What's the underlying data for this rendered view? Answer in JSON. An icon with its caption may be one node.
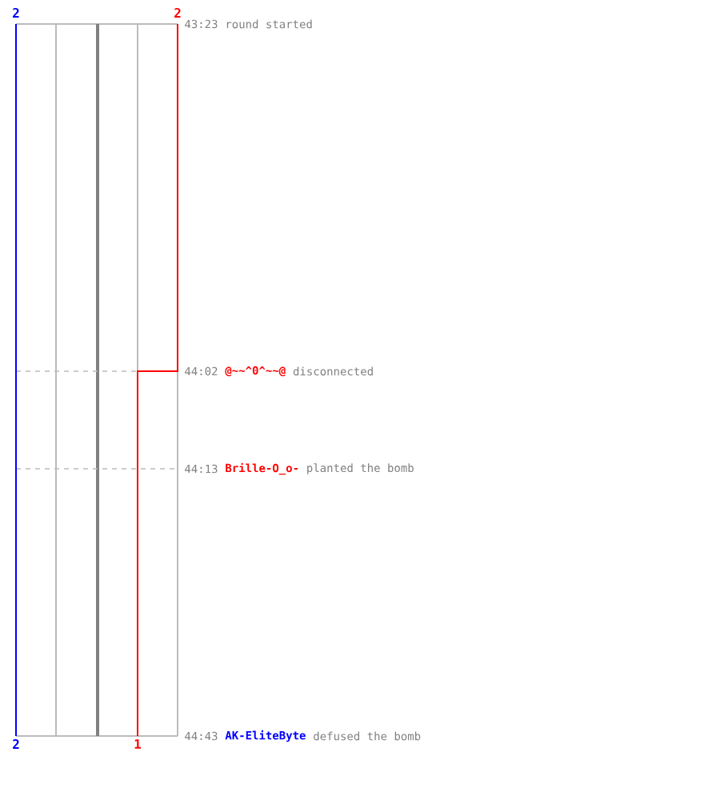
{
  "diagram": {
    "labels": [
      "2",
      "2",
      "43:23",
      "round started",
      "44:02",
      "@~~^0^~~@",
      "disconnected",
      "44:13",
      "Brille-O_o-",
      "planted the bomb",
      "44:43",
      "AK-EliteByte",
      "defused the bomb",
      "2",
      "1"
    ]
  }
}
